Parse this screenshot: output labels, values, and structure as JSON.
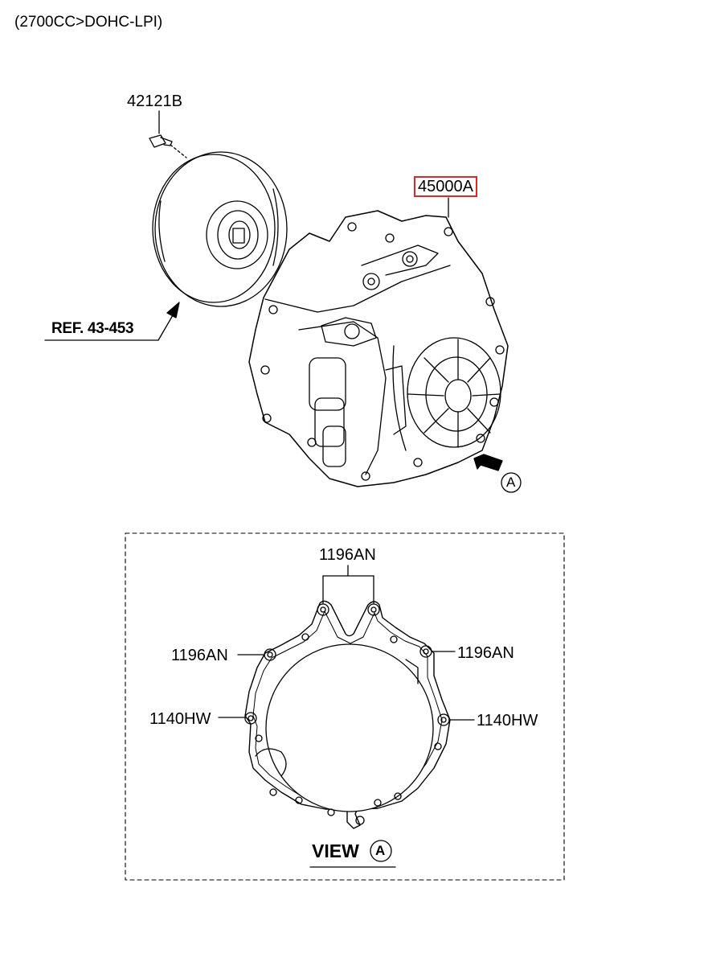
{
  "header": {
    "engine_code": "(2700CC>DOHC-LPI)"
  },
  "parts": {
    "bolt": "42121B",
    "transaxle_assy": "45000A",
    "reference": "REF. 43-453"
  },
  "view_a": {
    "marker": "A",
    "title": "VIEW",
    "title_marker": "A",
    "labels": {
      "top": "1196AN",
      "left_upper": "1196AN",
      "right_upper": "1196AN",
      "left_lower": "1140HW",
      "right_lower": "1140HW"
    }
  },
  "colors": {
    "highlight": "#e0262c",
    "line": "#000000"
  }
}
